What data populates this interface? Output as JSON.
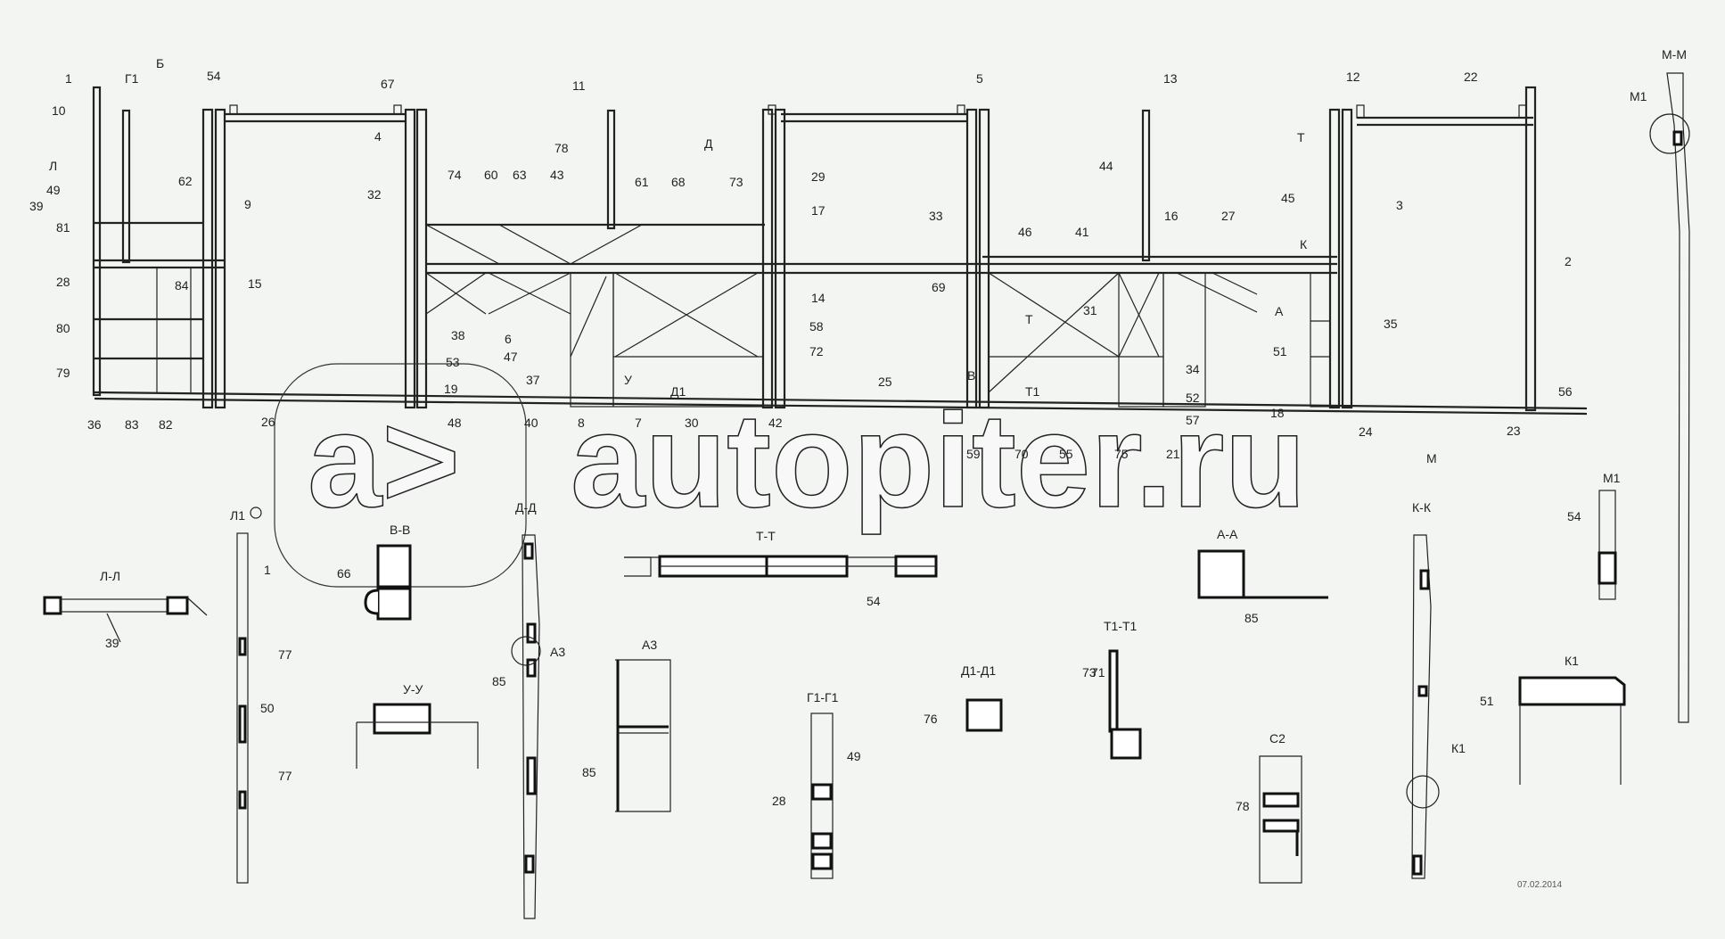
{
  "watermark": {
    "mark": "a>",
    "text": "autopiter.ru"
  },
  "date": "07.02.2014",
  "part_labels": [
    "1",
    "10",
    "49",
    "39",
    "81",
    "28",
    "80",
    "79",
    "36",
    "83",
    "82",
    "62",
    "84",
    "15",
    "9",
    "54",
    "26",
    "67",
    "4",
    "32",
    "19",
    "53",
    "38",
    "6",
    "47",
    "37",
    "48",
    "40",
    "74",
    "60",
    "63",
    "43",
    "78",
    "61",
    "68",
    "73",
    "29",
    "17",
    "14",
    "58",
    "72",
    "8",
    "7",
    "30",
    "42",
    "11",
    "5",
    "33",
    "69",
    "25",
    "59",
    "70",
    "55",
    "75",
    "21",
    "46",
    "41",
    "44",
    "31",
    "16",
    "27",
    "45",
    "34",
    "52",
    "57",
    "18",
    "24",
    "51",
    "35",
    "3",
    "2",
    "56",
    "23",
    "12",
    "22",
    "13",
    "66",
    "77",
    "50",
    "85",
    "76",
    "71"
  ],
  "view_marks": [
    "Г1",
    "Б",
    "Л",
    "Д",
    "У",
    "Д1",
    "В",
    "Т",
    "Т1",
    "К",
    "А",
    "М",
    "Т"
  ],
  "sections": {
    "ll": "Л-Л",
    "l1": "Л1",
    "vv": "В-В",
    "dd": "Д-Д",
    "a3a": "А3",
    "a3b": "А3",
    "tt": "Т-Т",
    "aa": "А-А",
    "uu": "У-У",
    "g1g1": "Г1-Г1",
    "d1d1": "Д1-Д1",
    "t1t1": "Т1-Т1",
    "kk": "К-К",
    "c2": "С2",
    "k1a": "К1",
    "k1b": "К1",
    "m1": "М1",
    "mm": "М-М",
    "m1b": "М1"
  }
}
